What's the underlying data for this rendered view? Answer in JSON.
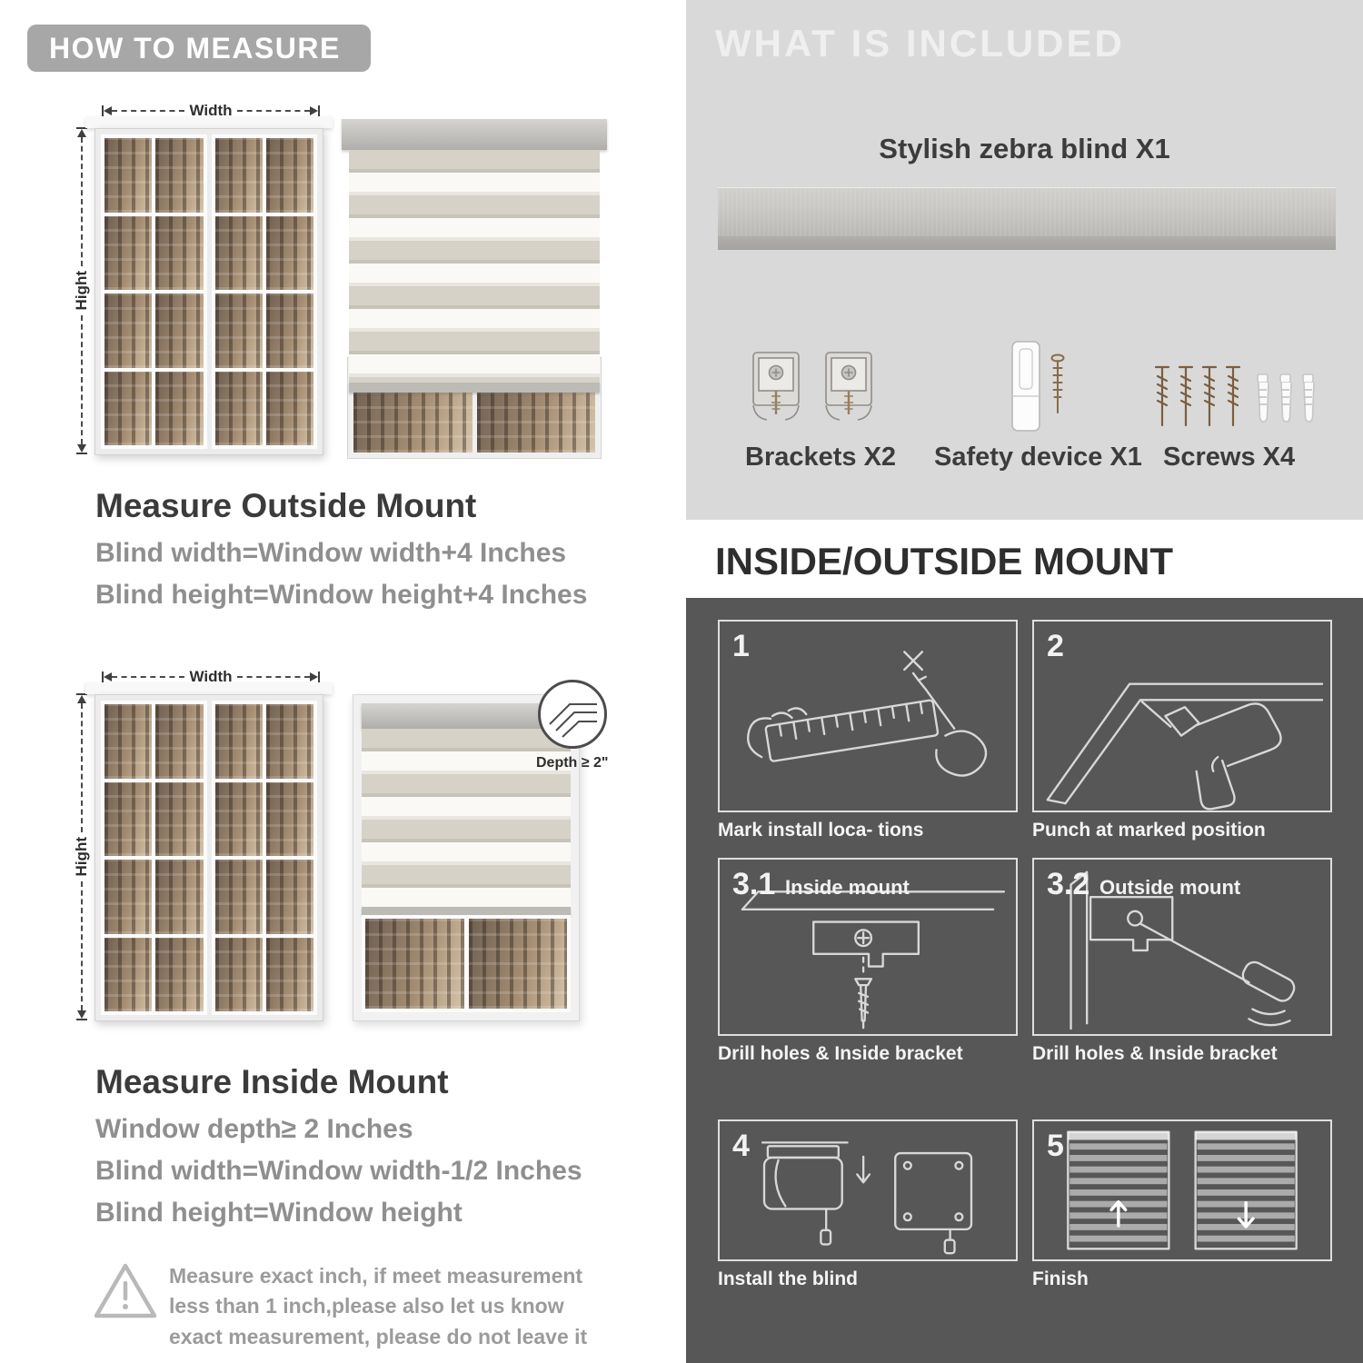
{
  "left": {
    "badge": "HOW TO MEASURE",
    "outside": {
      "width_label": "Width",
      "height_label": "Hight",
      "heading": "Measure Outside Mount",
      "line1": "Blind width=Window width+4 Inches",
      "line2": "Blind height=Window height+4 Inches"
    },
    "inside": {
      "width_label": "Width",
      "height_label": "Hight",
      "depth_label": "Depth ≥ 2\"",
      "heading": "Measure Inside Mount",
      "line1": "Window depth≥ 2 Inches",
      "line2": "Blind width=Window width-1/2 Inches",
      "line3": "Blind height=Window height"
    },
    "warning": "Measure exact inch, if meet measurement less than 1 inch,please also let us know exact measurement, please do not leave it"
  },
  "right": {
    "included": {
      "header": "WHAT IS INCLUDED",
      "blind_label": "Stylish zebra blind X1",
      "items": [
        {
          "label": "Brackets X2"
        },
        {
          "label": "Safety device X1"
        },
        {
          "label": "Screws X4"
        }
      ]
    },
    "mount": {
      "title": "INSIDE/OUTSIDE MOUNT",
      "steps": [
        {
          "num": "1",
          "caption": "Mark install loca- tions"
        },
        {
          "num": "2",
          "caption": "Punch at  marked position"
        },
        {
          "num": "3.1",
          "label": "Inside mount",
          "caption": "Drill holes &  Inside bracket"
        },
        {
          "num": "3.2",
          "label": "Outside mount",
          "caption": "Drill holes &  Inside bracket"
        },
        {
          "num": "4",
          "caption": "Install the blind"
        },
        {
          "num": "5",
          "caption": "Finish"
        }
      ]
    }
  },
  "colors": {
    "badge_gray": "#a7a7a7",
    "panel_light_gray": "#d9d9d9",
    "panel_dark_gray": "#575757",
    "heading_dark": "#3b3b3b",
    "subtext_gray": "#8f8f8f",
    "lineart_gray": "#d8d8d8"
  }
}
